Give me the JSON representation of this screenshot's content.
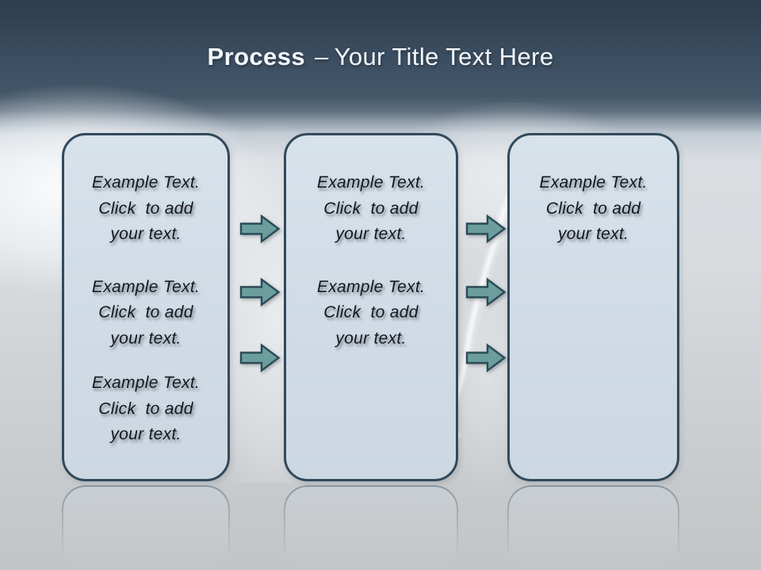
{
  "title": {
    "bold": "Process",
    "separator": "–",
    "rest": "Your Title Text Here"
  },
  "boxes": [
    {
      "name": "step-1",
      "paragraphs": [
        "Example Text.\nClick  to add\nyour text.",
        "Example Text.\nClick  to add\nyour text.",
        "Example Text.\nClick  to add\nyour text."
      ]
    },
    {
      "name": "step-2",
      "paragraphs": [
        "Example Text.\nClick  to add\nyour text.",
        "Example Text.\nClick  to add\nyour text."
      ]
    },
    {
      "name": "step-3",
      "paragraphs": [
        "Example Text.\nClick  to add\nyour text."
      ]
    }
  ],
  "arrows": {
    "icon": "arrow-right-icon",
    "between_step1_step2": 3,
    "between_step2_step3": 3
  },
  "colors": {
    "header_top": "#2E3D4D",
    "header_bottom": "#45586A",
    "body_light": "#D8DCDF",
    "body_bottom": "#C3C6C8",
    "box_fill": "#D2DDE6",
    "box_border": "#32495B",
    "box_text": "#15181B",
    "title_text": "#F3F7FA",
    "arrow_fill": "#6B9E9D",
    "arrow_stroke": "#2B4B57"
  }
}
